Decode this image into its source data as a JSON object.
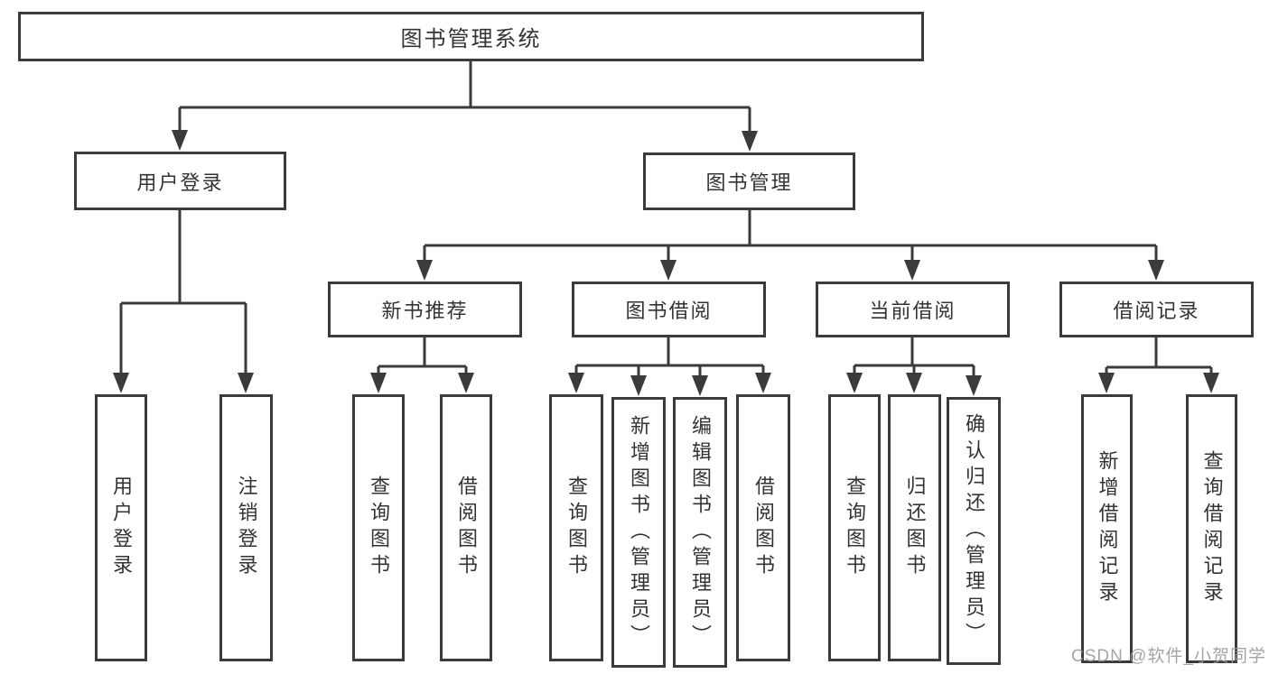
{
  "diagram": {
    "title": "图书管理系统",
    "nodes": {
      "root": "图书管理系统",
      "user_login": "用户登录",
      "book_mgmt": "图书管理",
      "user_children": [
        "用户登录",
        "注销登录"
      ],
      "mgmt_children": [
        "新书推荐",
        "图书借阅",
        "当前借阅",
        "借阅记录"
      ],
      "new_book_children": [
        "查询图书",
        "借阅图书"
      ],
      "borrow_children": [
        "查询图书",
        "新增图书（管理员）",
        "编辑图书（管理员）",
        "借阅图书"
      ],
      "current_children": [
        "查询图书",
        "归还图书",
        "确认归还（管理员）"
      ],
      "record_children": [
        "新增借阅记录",
        "查询借阅记录"
      ]
    }
  },
  "watermark": "CSDN @软件_小贺同学",
  "colors": {
    "line": "#3b3b3b",
    "text": "#333333",
    "watermark": "#9b9b9b",
    "background": "#ffffff"
  }
}
